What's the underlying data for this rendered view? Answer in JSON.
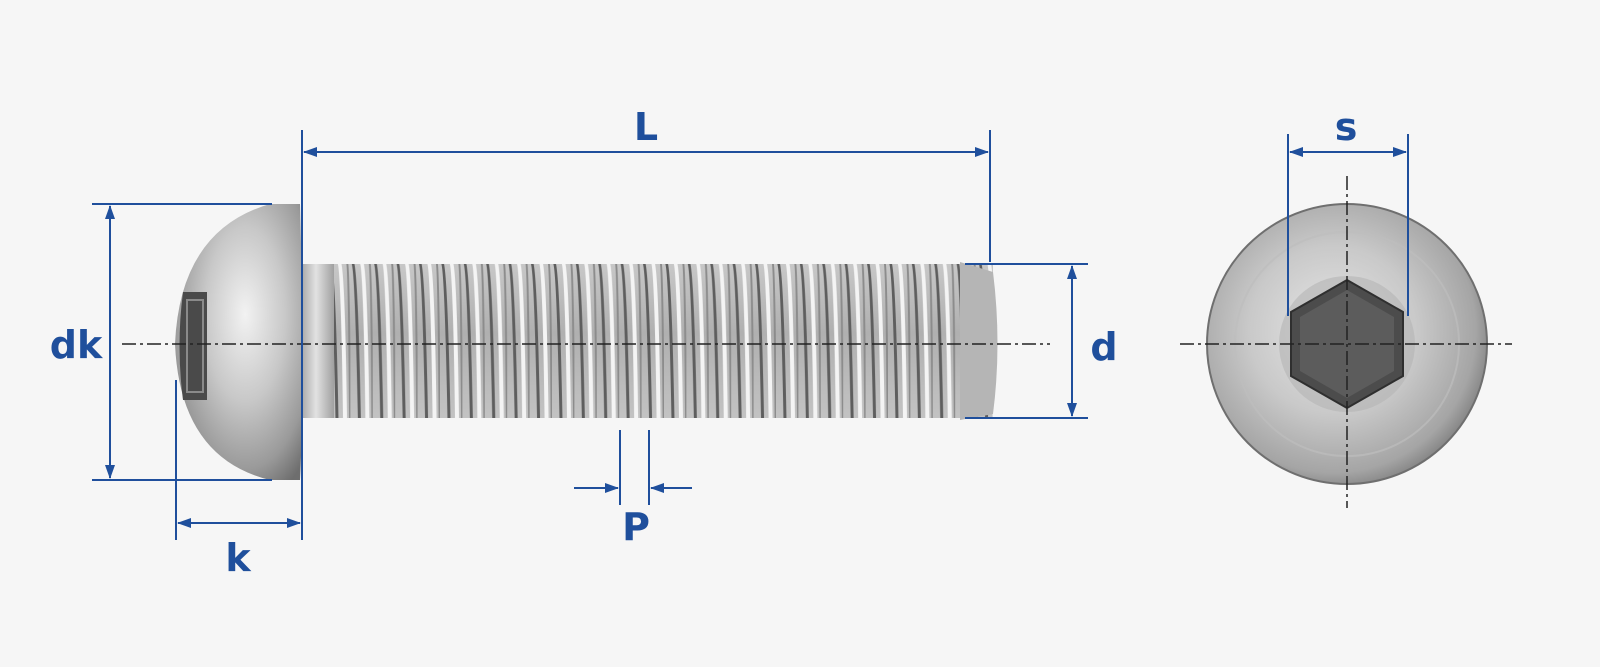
{
  "labels": {
    "length": "L",
    "head_diameter": "dk",
    "head_height": "k",
    "thread_diameter": "d",
    "pitch": "P",
    "socket_size": "s"
  },
  "colors": {
    "dimension": "#1f4f9c",
    "centerline": "#222222",
    "steel_light": "#eeeeee",
    "steel_dark": "#6a6a6a",
    "socket": "#5a5a5a"
  },
  "icons": {
    "side_view": "button-head-socket-screw-side",
    "front_view": "button-head-front-hex-socket"
  }
}
